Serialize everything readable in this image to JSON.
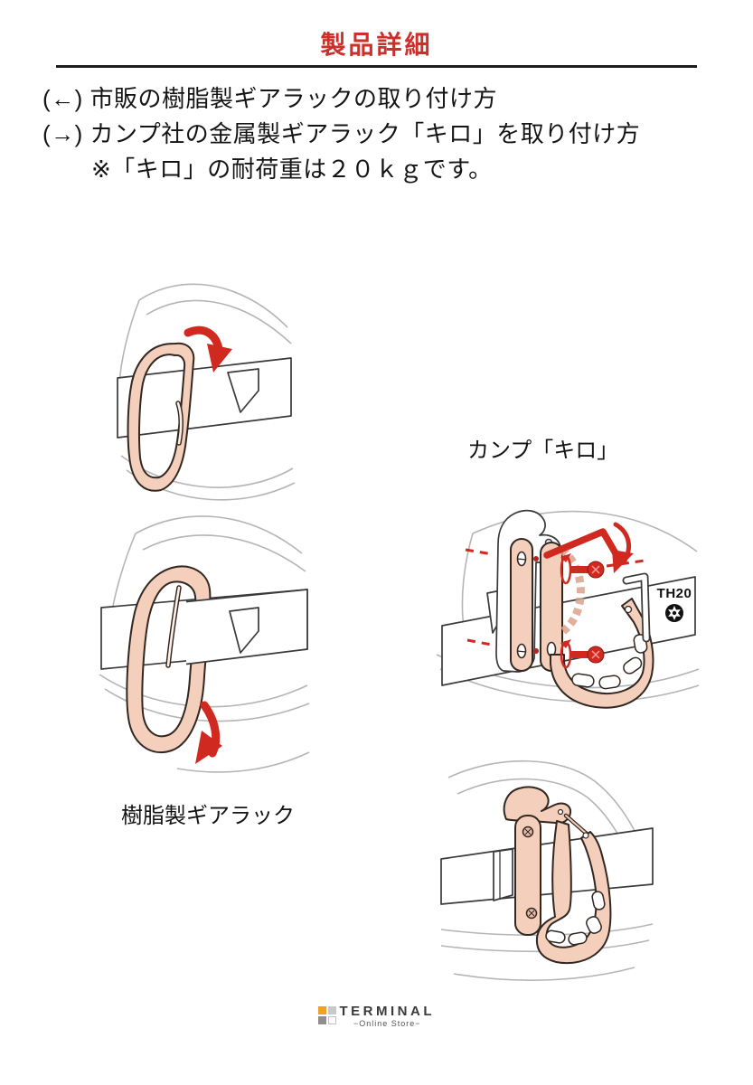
{
  "page": {
    "title": "製品詳細"
  },
  "instructions": {
    "line1": "(←) 市販の樹脂製ギアラックの取り付け方",
    "line2": "(→) カンプ社の金属製ギアラック「キロ」を取り付け方",
    "note": "※「キロ」の耐荷重は２０ｋｇです。"
  },
  "figures": {
    "plastic_rack": {
      "caption": "樹脂製ギアラック"
    },
    "metal_rack": {
      "label": "カンプ「キロ」",
      "tool_label": "TH20"
    }
  },
  "footer": {
    "brand": "TERMINAL",
    "tagline": "−Online Store−"
  },
  "colors": {
    "title_red": "#cd2f2b",
    "accent_red": "#d02920",
    "product_peach": "#f3cfbc",
    "outline_dark": "#332722",
    "harness_gray": "#b5b5b5",
    "logo_orange": "#f0a228",
    "logo_gray_light": "#c9c9c9",
    "logo_gray_dark": "#8f8f8f"
  }
}
